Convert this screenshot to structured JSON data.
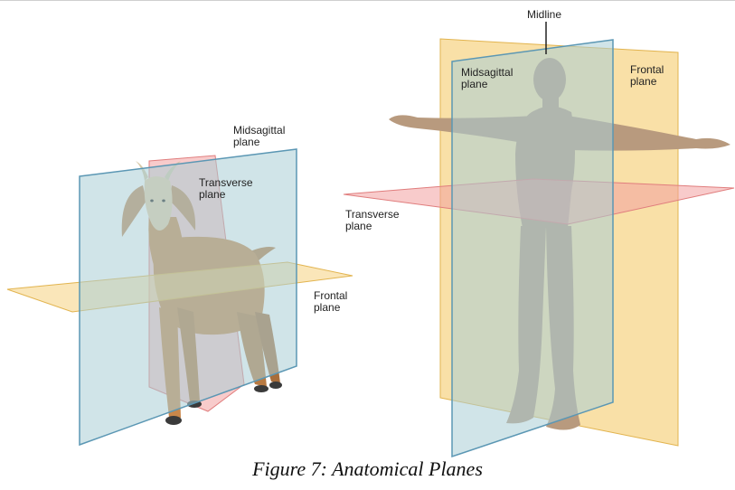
{
  "goat": {
    "midsagittal_label": "Midsagittal\nplane",
    "transverse_label": "Transverse\nplane",
    "frontal_label": "Frontal\nplane"
  },
  "human": {
    "midline_label": "Midline",
    "midsagittal_label": "Midsagittal\nplane",
    "frontal_label": "Frontal\nplane",
    "transverse_label": "Transverse\nplane"
  },
  "caption": "Figure 7: Anatomical Planes",
  "colors": {
    "midsagittal_plane": "#a9cdd6",
    "transverse_plane": "#f2a0a0",
    "frontal_plane": "#f7d58a",
    "goat_body": "#c9874a",
    "human_body": "#b89a7e"
  }
}
